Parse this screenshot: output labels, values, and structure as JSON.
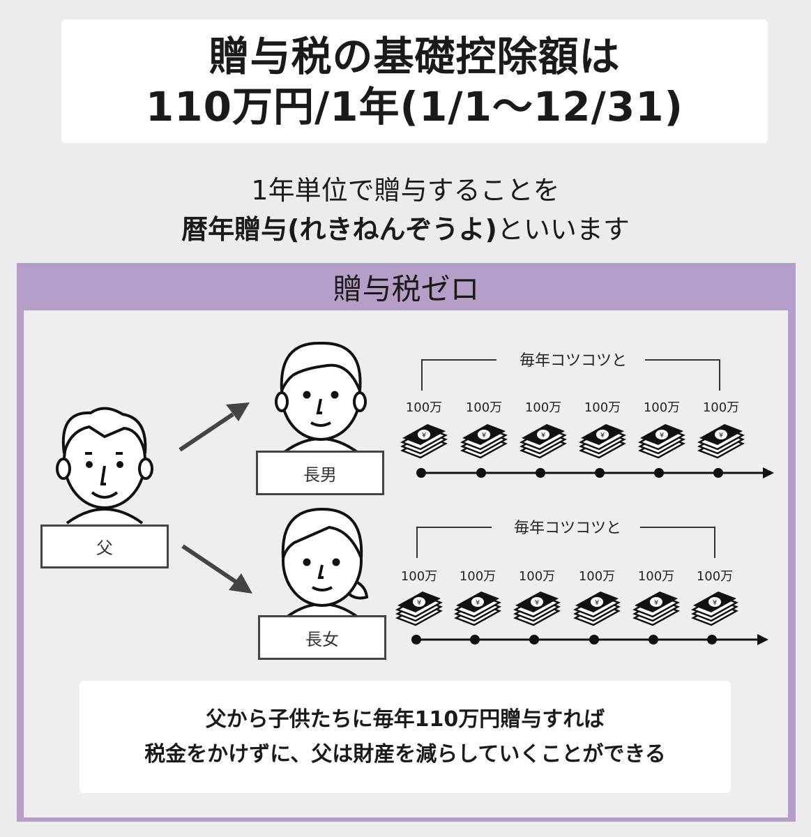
{
  "header": {
    "title_line1": "贈与税の基礎控除額は",
    "title_line2": "110万円/1年(1/1〜12/31)"
  },
  "intro": {
    "line1": "1年単位で贈与することを",
    "line2_bold": "暦年贈与(れきねんぞうよ)",
    "line2_rest": "といいます"
  },
  "panel": {
    "title": "贈与税ゼロ",
    "father_label": "父",
    "timelines": [
      {
        "person": "長男",
        "caption": "毎年コツコツと",
        "amounts": [
          "100万",
          "100万",
          "100万",
          "100万",
          "100万",
          "100万"
        ]
      },
      {
        "person": "長女",
        "caption": "毎年コツコツと",
        "amounts": [
          "100万",
          "100万",
          "100万",
          "100万",
          "100万",
          "100万"
        ]
      }
    ]
  },
  "summary": {
    "line1": "父から子供たちに毎年110万円贈与すれば",
    "line2": "税金をかけずに、父は財産を減らしていくことができる"
  },
  "colors": {
    "panel_border": "#b59ec7",
    "background": "#ececec",
    "ink": "#1a1a1a"
  }
}
